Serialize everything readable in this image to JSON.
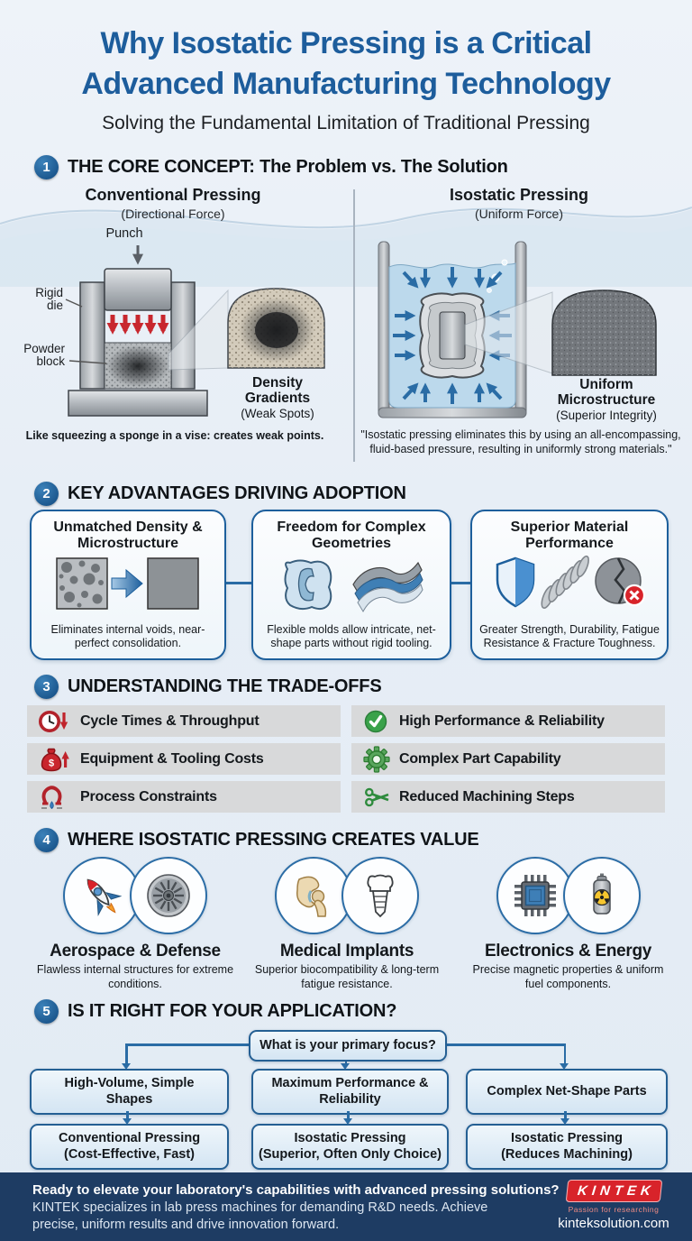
{
  "page": {
    "title_line1": "Why Isostatic Pressing is a Critical",
    "title_line2": "Advanced Manufacturing Technology",
    "subtitle": "Solving the Fundamental Limitation of Traditional Pressing"
  },
  "sections": {
    "core_concept": {
      "number": "1",
      "heading": "THE CORE CONCEPT: The Problem vs. The Solution",
      "conventional": {
        "title": "Conventional Pressing",
        "force_type": "(Directional Force)",
        "label_punch": "Punch",
        "label_rigid_die": "Rigid die",
        "label_powder_block": "Powder block",
        "inset_title": "Density Gradients",
        "inset_note": "(Weak Spots)",
        "caption": "Like squeezing a sponge in a vise: creates weak points."
      },
      "isostatic": {
        "title": "Isostatic Pressing",
        "force_type": "(Uniform Force)",
        "inset_title": "Uniform Microstructure",
        "inset_note": "(Superior Integrity)",
        "caption": "\"Isostatic pressing eliminates this by using an all-encompassing, fluid-based pressure, resulting in uniformly strong materials.\""
      }
    },
    "advantages": {
      "number": "2",
      "heading": "KEY ADVANTAGES DRIVING ADOPTION",
      "cards": [
        {
          "title": "Unmatched Density & Microstructure",
          "caption": "Eliminates internal voids, near-perfect consolidation.",
          "icon": "porous-to-dense-icon"
        },
        {
          "title": "Freedom for Complex Geometries",
          "caption": "Flexible molds allow intricate, net-shape parts without rigid tooling.",
          "icon": "flexible-molds-icon"
        },
        {
          "title": "Superior Material Performance",
          "caption": "Greater Strength, Durability, Fatigue Resistance & Fracture Toughness.",
          "icon": "shield-spring-fracture-icon"
        }
      ]
    },
    "tradeoffs": {
      "number": "3",
      "heading": "UNDERSTANDING THE TRADE-OFFS",
      "cons": [
        {
          "label": "Cycle Times & Throughput",
          "icon": "clock-down-arrow-icon"
        },
        {
          "label": "Equipment & Tooling Costs",
          "icon": "money-bag-up-arrow-icon",
          "icon_symbol": "$"
        },
        {
          "label": "Process Constraints",
          "icon": "wet-bag-droplet-icon"
        }
      ],
      "pros": [
        {
          "label": "High Performance & Reliability",
          "icon": "check-circle-icon"
        },
        {
          "label": "Complex Part Capability",
          "icon": "gear-icon"
        },
        {
          "label": "Reduced Machining Steps",
          "icon": "scissors-icon"
        }
      ]
    },
    "value": {
      "number": "4",
      "heading": "WHERE ISOSTATIC PRESSING CREATES VALUE",
      "industries": [
        {
          "title": "Aerospace & Defense",
          "caption": "Flawless internal structures for extreme conditions.",
          "icons": [
            "rocket-icon",
            "turbine-icon"
          ]
        },
        {
          "title": "Medical Implants",
          "caption": "Superior biocompatibility & long-term fatigue resistance.",
          "icons": [
            "hip-joint-icon",
            "dental-implant-icon"
          ]
        },
        {
          "title": "Electronics & Energy",
          "caption": "Precise magnetic properties & uniform fuel components.",
          "icons": [
            "chip-icon",
            "fuel-rod-icon"
          ]
        }
      ]
    },
    "decision": {
      "number": "5",
      "heading": "IS IT RIGHT FOR YOUR APPLICATION?",
      "root_question": "What is your primary focus?",
      "branches": [
        {
          "focus": "High-Volume, Simple Shapes",
          "recommendation": "Conventional Pressing",
          "detail": "(Cost-Effective, Fast)"
        },
        {
          "focus": "Maximum Performance & Reliability",
          "recommendation": "Isostatic Pressing",
          "detail": "(Superior, Often Only Choice)"
        },
        {
          "focus": "Complex Net-Shape Parts",
          "recommendation": "Isostatic Pressing",
          "detail": "(Reduces Machining)"
        }
      ]
    }
  },
  "footer": {
    "headline": "Ready to elevate your laboratory's capabilities with advanced pressing solutions?",
    "body": "KINTEK specializes in lab press machines for demanding R&D needs. Achieve precise, uniform results and drive innovation forward.",
    "brand": "KINTEK",
    "tagline": "Passion for researching",
    "website": "kinteksolution.com"
  },
  "colors": {
    "accent_blue": "#1d5d9c",
    "arrow_blue": "#2a6ca5",
    "negative_red": "#c0232b",
    "positive_green": "#3aa24a",
    "footer_navy": "#1e3c63",
    "brand_red": "#d8232a"
  }
}
